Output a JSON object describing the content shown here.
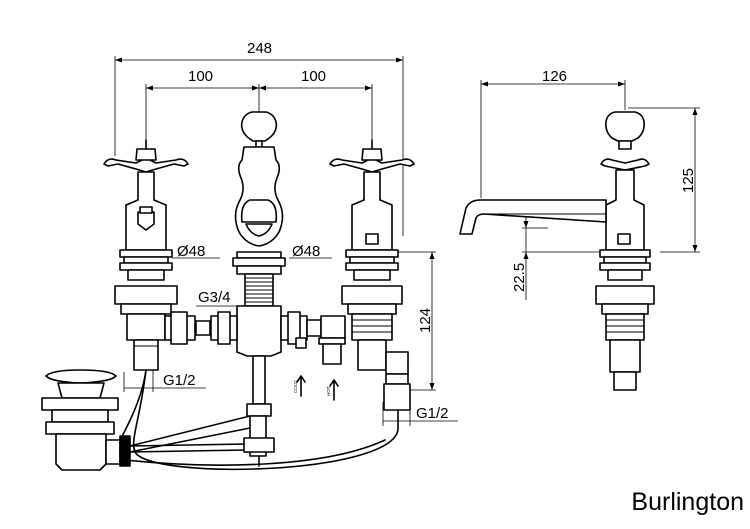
{
  "dimensions": {
    "overall_width": "248",
    "centre_left": "100",
    "centre_right": "100",
    "side_depth": "126",
    "side_height": "125",
    "spout_height": "22.5",
    "connection_height": "124",
    "diameter_left": "Ø48",
    "diameter_spout": "Ø48",
    "thread_top": "G3/4",
    "thread_left": "G1/2",
    "thread_right": "G1/2"
  },
  "labels": {
    "cold": "COLD",
    "hot": "HOT"
  },
  "brand": "Burlington"
}
